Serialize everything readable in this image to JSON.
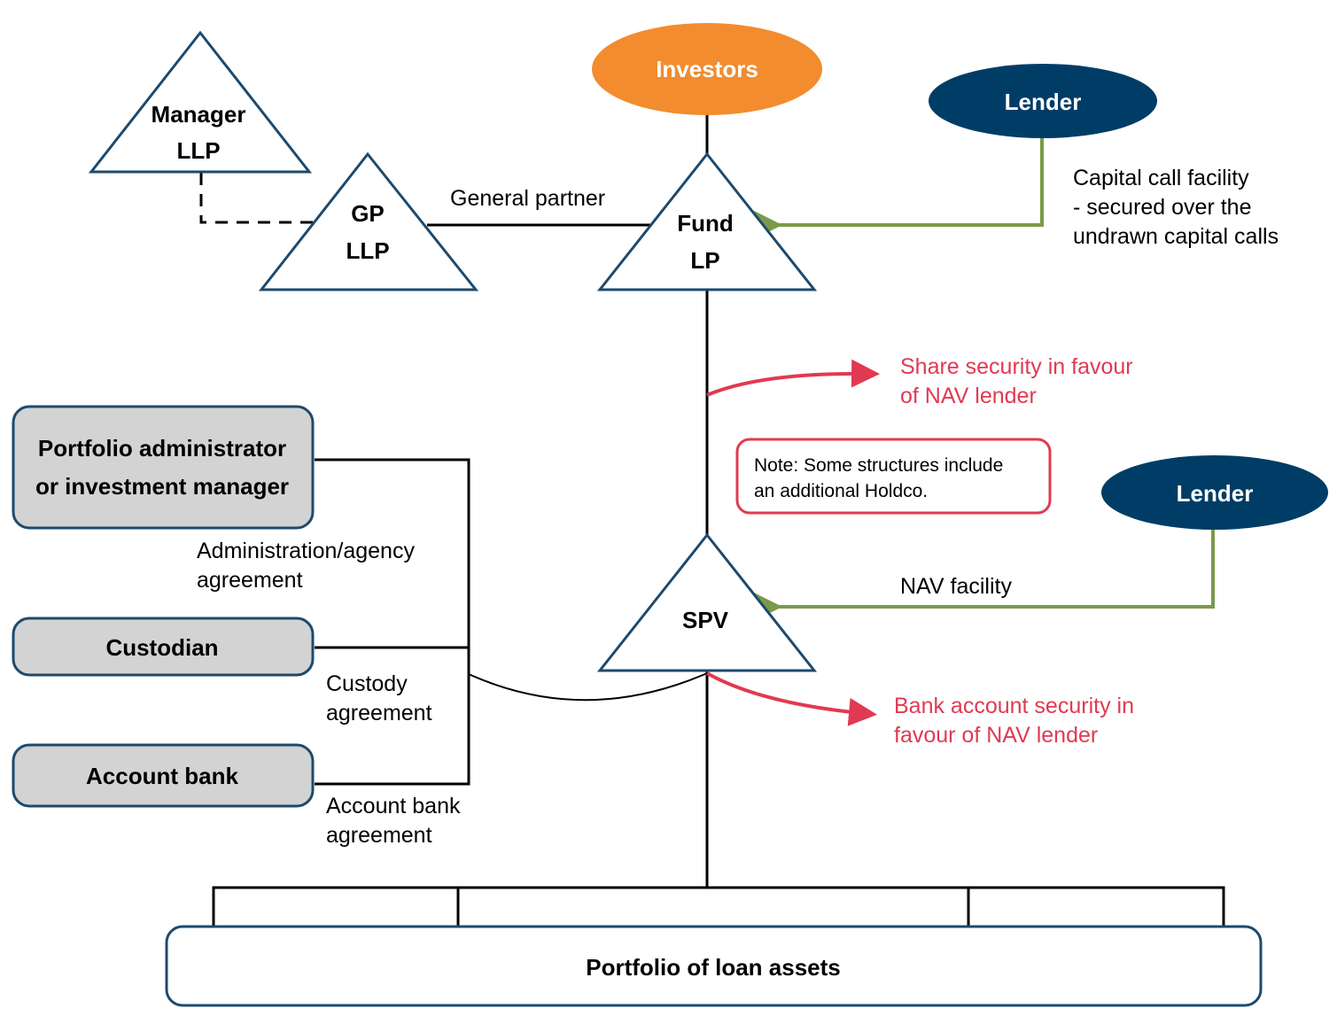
{
  "colors": {
    "navy": "#003d66",
    "orange": "#f28c2e",
    "green": "#7a9a4a",
    "red": "#e03a52",
    "box_fill": "#d3d3d3",
    "outline": "#1d4a6e"
  },
  "nodes": {
    "manager": {
      "line1": "Manager",
      "line2": "LLP"
    },
    "gp": {
      "line1": "GP",
      "line2": "LLP"
    },
    "fund": {
      "line1": "Fund",
      "line2": "LP"
    },
    "spv": {
      "label": "SPV"
    },
    "investors": {
      "label": "Investors"
    },
    "lender_top": {
      "label": "Lender"
    },
    "lender_nav": {
      "label": "Lender"
    },
    "portfolio_admin": {
      "line1": "Portfolio administrator",
      "line2": "or investment manager"
    },
    "custodian": {
      "label": "Custodian"
    },
    "account_bank": {
      "label": "Account bank"
    },
    "loan_portfolio": {
      "label": "Portfolio of loan assets"
    }
  },
  "labels": {
    "general_partner": "General partner",
    "capital_call": [
      "Capital call facility",
      "- secured over the",
      "undrawn capital calls"
    ],
    "share_security": [
      "Share security in favour",
      "of NAV lender"
    ],
    "note": [
      "Note: Some structures include",
      "an additional Holdco."
    ],
    "nav_facility": "NAV facility",
    "bank_security": [
      "Bank account security in",
      "favour of NAV lender"
    ],
    "admin_agreement": [
      "Administration/agency",
      "agreement"
    ],
    "custody_agreement": [
      "Custody",
      "agreement"
    ],
    "account_bank_agreement": [
      "Account bank",
      "agreement"
    ]
  }
}
